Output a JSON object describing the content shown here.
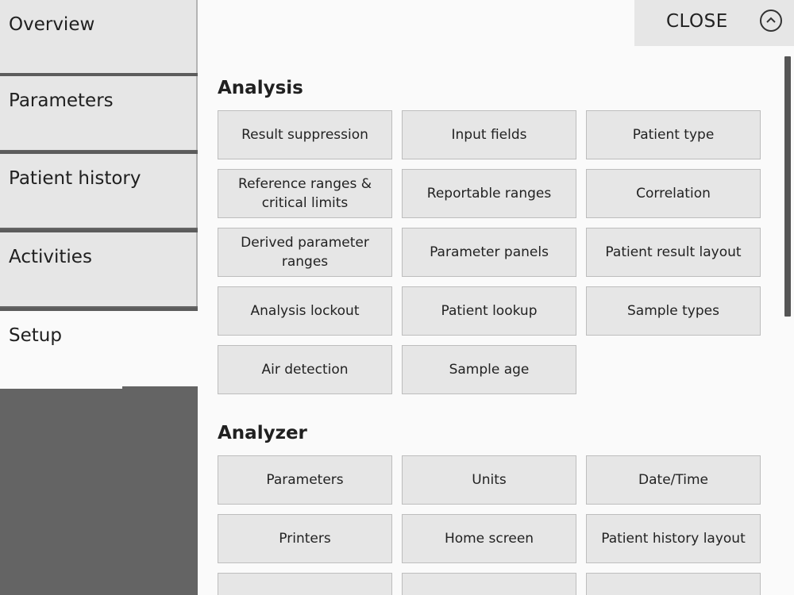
{
  "nav": {
    "items": [
      {
        "label": "Overview"
      },
      {
        "label": "Parameters"
      },
      {
        "label": "Patient history"
      },
      {
        "label": "Activities"
      },
      {
        "label": "Setup"
      }
    ],
    "active": "Setup"
  },
  "close": {
    "label": "CLOSE",
    "icon": "chevron-up-icon"
  },
  "analysis": {
    "title": "Analysis",
    "buttons": [
      "Result suppression",
      "Input fields",
      "Patient type",
      "Reference ranges & critical limits",
      "Reportable ranges",
      "Correlation",
      "Derived parameter ranges",
      "Parameter panels",
      "Patient result layout",
      "Analysis lockout",
      "Patient lookup",
      "Sample types",
      "Air detection",
      "Sample age"
    ]
  },
  "analyzer": {
    "title": "Analyzer",
    "buttons": [
      "Parameters",
      "Units",
      "Date/Time",
      "Printers",
      "Home screen",
      "Patient history layout"
    ]
  },
  "colors": {
    "sidebar_bg": "#646464",
    "tile_bg": "#e6e6e6",
    "content_bg": "#fafafa"
  }
}
